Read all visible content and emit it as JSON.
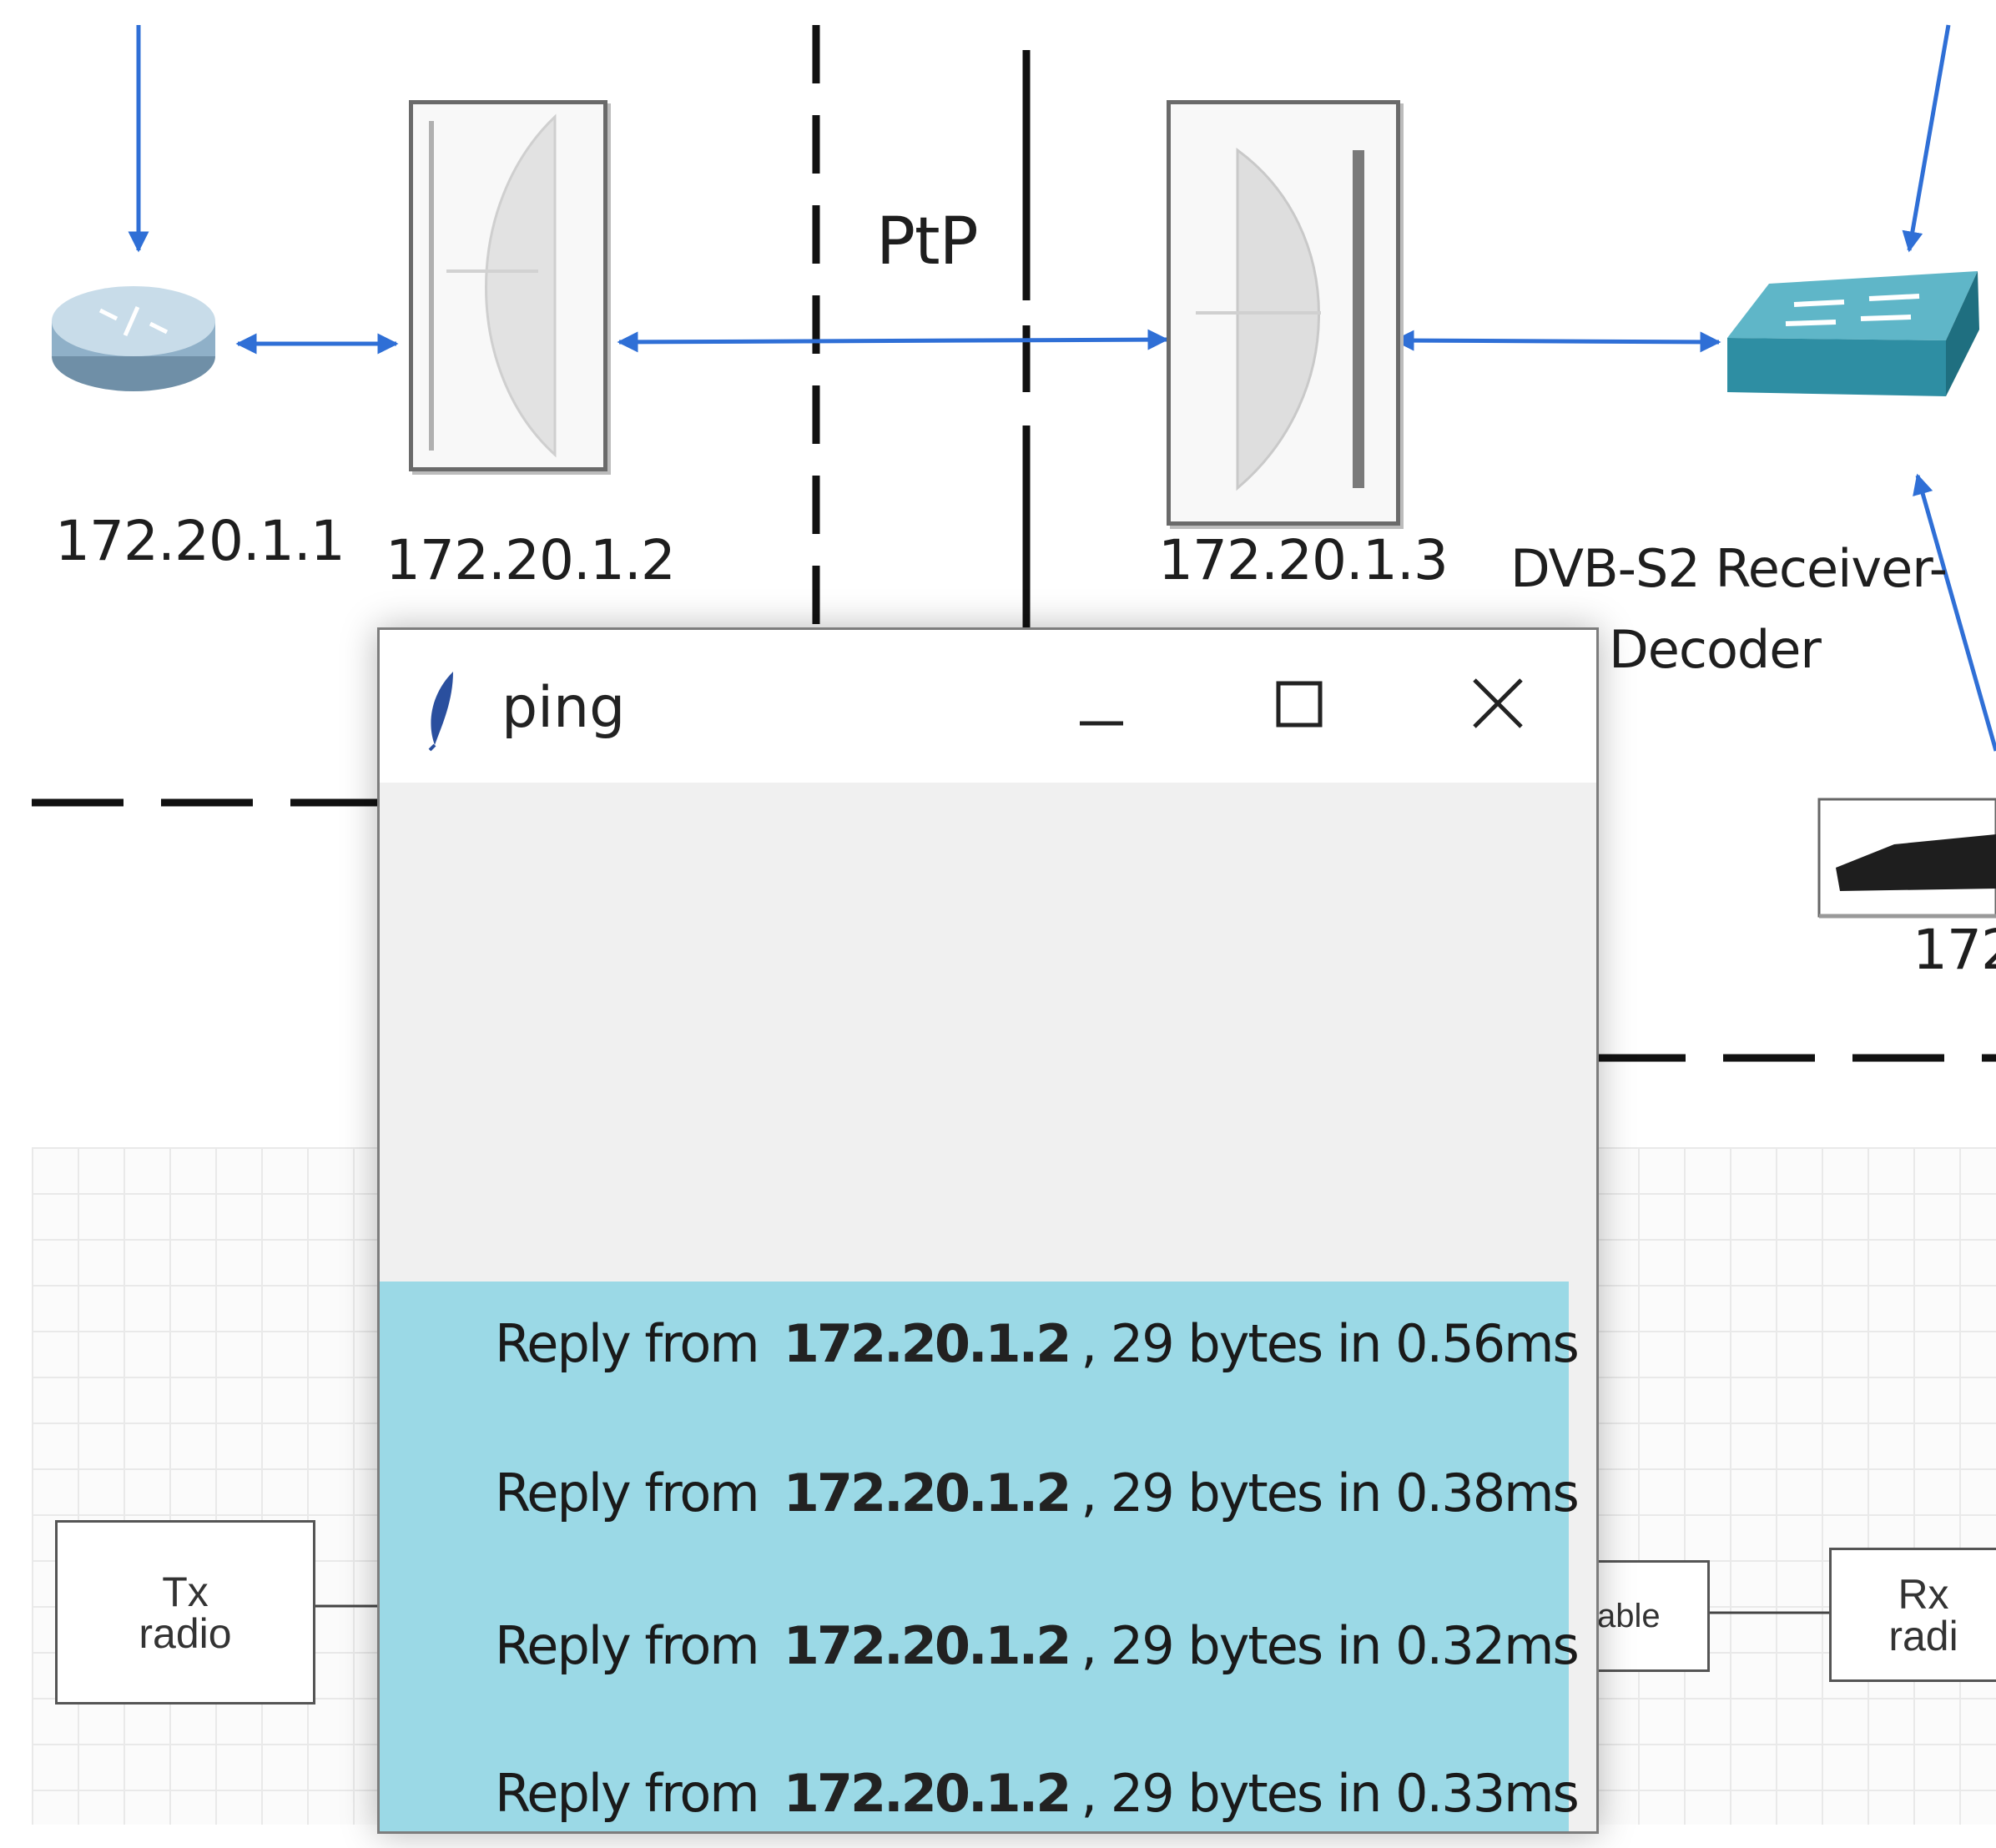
{
  "diagram": {
    "link_label": "PtP",
    "router": {
      "ip": "172.20.1.1"
    },
    "antenna_left": {
      "ip": "172.20.1.2"
    },
    "antenna_right": {
      "ip": "172.20.1.3"
    },
    "switch": {
      "label_line1": "DVB-S2 Receiver-",
      "label_line2": "Decoder"
    },
    "device_right_partial_label": "172",
    "tx_box": {
      "line1": "Tx",
      "line2": "radio"
    },
    "cable_partial_label": "able",
    "rx_box_partial": {
      "line1": "Rx",
      "line2": "radi"
    },
    "link_color": "#2f6fd6"
  },
  "window": {
    "title": "ping",
    "app_icon": "feather-icon",
    "controls": {
      "minimize": "minimize-icon",
      "maximize": "maximize-icon",
      "close": "close-icon"
    },
    "reply_panel_color": "#9bd9e6",
    "replies": [
      {
        "prefix": "Reply from",
        "ip": "172.20.1.2",
        "suffix": ", 29 bytes in 0.56ms"
      },
      {
        "prefix": "Reply from",
        "ip": "172.20.1.2",
        "suffix": ", 29 bytes in 0.38ms"
      },
      {
        "prefix": "Reply from",
        "ip": "172.20.1.2",
        "suffix": ", 29 bytes in 0.32ms"
      },
      {
        "prefix": "Reply from",
        "ip": "172.20.1.2",
        "suffix": ", 29 bytes in 0.33ms"
      }
    ]
  }
}
